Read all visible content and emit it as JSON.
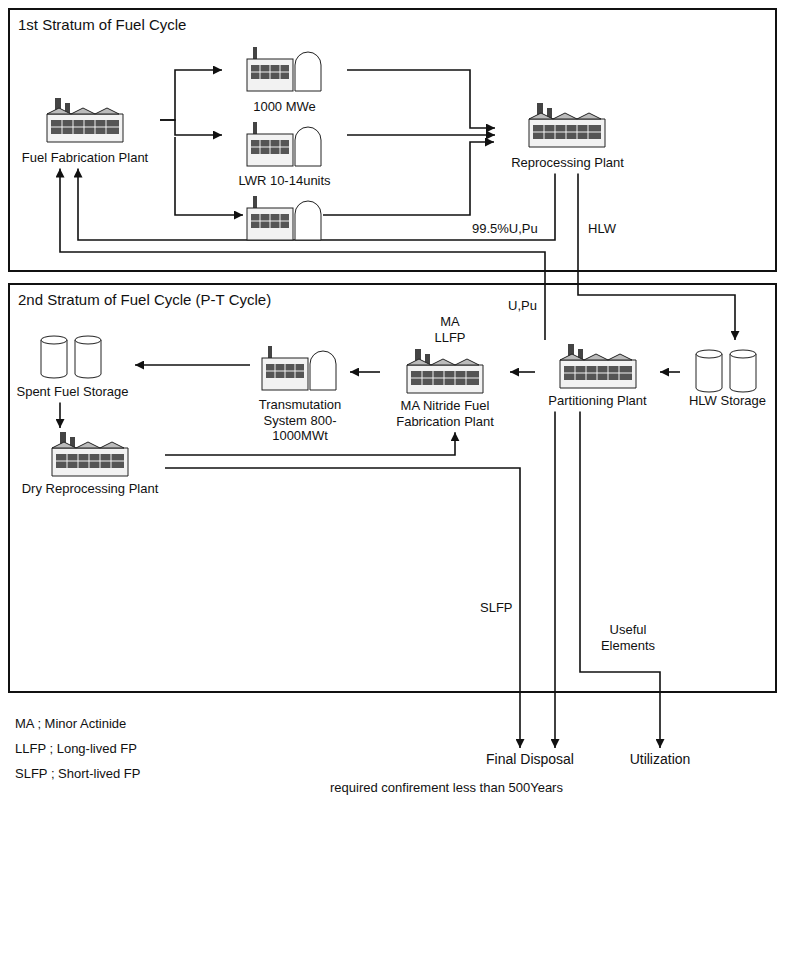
{
  "diagram": {
    "nodes": [
      {
        "text": [
          "1st Stratum of Fuel Cycle"
        ]
      },
      {
        "text": [
          "Fuel Fabrication Plant"
        ],
        "in": 0
      },
      {
        "text": [
          "1000 MWe"
        ],
        "in": 0
      },
      {
        "text": [
          "LWR 10-14units"
        ],
        "in": 0
      },
      {
        "text": [
          "Reprocessing Plant"
        ],
        "in": 0
      },
      {
        "text": [
          "2nd Stratum of Fuel Cycle (P-T Cycle)"
        ]
      },
      {
        "text": [
          "Spent Fuel Storage"
        ],
        "in": 5
      },
      {
        "text": [
          "Transmutation System 800-1000MWt"
        ],
        "in": 5
      },
      {
        "text": [
          "MA Nitride Fuel Fabrication Plant"
        ],
        "in": 5
      },
      {
        "text": [
          "Partitioning Plant"
        ],
        "in": 5
      },
      {
        "text": [
          "HLW Storage"
        ],
        "in": 5
      },
      {
        "text": [
          "Dry Reprocessing Plant"
        ],
        "in": 5
      },
      {
        "text": [
          "Final Disposal"
        ]
      },
      {
        "text": [
          "Utilization"
        ]
      }
    ],
    "edges": [
      {
        "from": 1,
        "to": 2,
        "arrow": "to"
      },
      {
        "from": 1,
        "to": 3,
        "arrow": "to"
      },
      {
        "from": 2,
        "to": 4,
        "arrow": "to"
      },
      {
        "from": 3,
        "to": 4,
        "arrow": "to"
      },
      {
        "from": 4,
        "to": 1,
        "label": "99.5%U,Pu",
        "arrow": "to"
      },
      {
        "from": 4,
        "to": 10,
        "label": "HLW",
        "arrow": "to"
      },
      {
        "from": 9,
        "to": 1,
        "label": "U,Pu",
        "arrow": "to"
      },
      {
        "from": 10,
        "to": 9,
        "arrow": "to"
      },
      {
        "from": 9,
        "to": 8,
        "label": "MA LLFP",
        "arrow": "to"
      },
      {
        "from": 8,
        "to": 7,
        "arrow": "to"
      },
      {
        "from": 7,
        "to": 6,
        "arrow": "to"
      },
      {
        "from": 6,
        "to": 11,
        "arrow": "to"
      },
      {
        "from": 11,
        "to": 8,
        "arrow": "to"
      },
      {
        "from": 11,
        "to": 12,
        "label": "SLFP",
        "arrow": "to"
      },
      {
        "from": 9,
        "to": 12,
        "arrow": "to"
      },
      {
        "from": 9,
        "to": 13,
        "label": "Useful Elements",
        "arrow": "to"
      }
    ],
    "labels": [
      "MA ; Minor Actinide",
      "LLFP ; Long-lived FP",
      "SLFP ; Short-lived FP",
      "required confirement less than 500Years"
    ]
  }
}
